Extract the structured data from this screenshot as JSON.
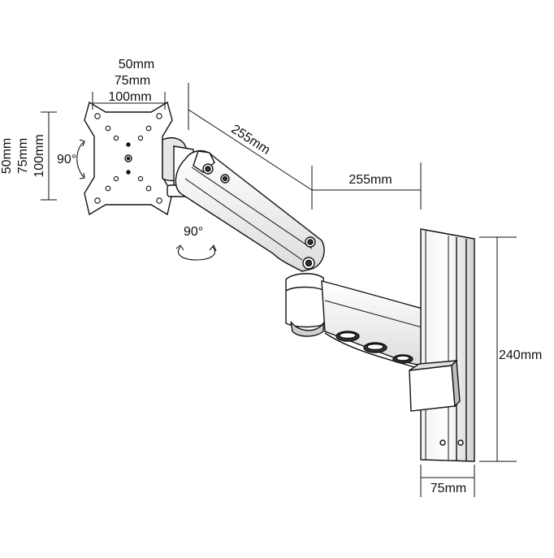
{
  "vesa": {
    "horizontal": [
      "50mm",
      "75mm",
      "100mm"
    ],
    "vertical": [
      "50mm",
      "75mm",
      "100mm"
    ]
  },
  "rotation": {
    "tilt": "90°",
    "swivel": "90°"
  },
  "arms": {
    "upper_arm": "255mm",
    "lower_arm": "255mm"
  },
  "rail": {
    "height": "240mm",
    "width": "75mm"
  },
  "colors": {
    "line": "#111111",
    "fill": "#ffffff",
    "shade": "#d9d9d9"
  }
}
